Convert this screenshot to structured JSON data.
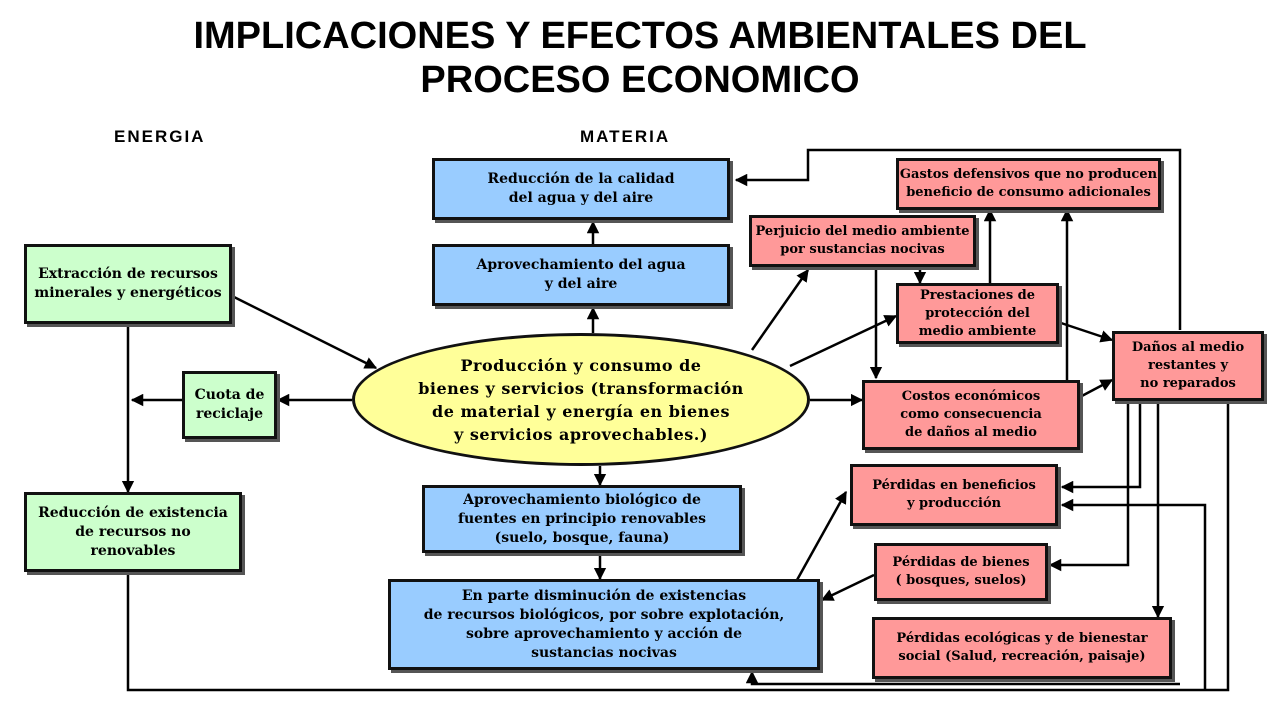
{
  "title": {
    "line1": "IMPLICACIONES Y EFECTOS AMBIENTALES DEL",
    "line2": "PROCESO ECONOMICO"
  },
  "headers": {
    "energia": "ENERGIA",
    "materia": "MATERIA"
  },
  "boxes": {
    "extraccion": "Extracción de recursos\nminerales y energéticos",
    "cuota": "Cuota de\nreciclaje",
    "reduccion_existencia": "Reducción de existencia\nde recursos no\nrenovables",
    "produccion": "Producción y consumo de\nbienes y servicios (transformación\nde material y energía en bienes\ny servicios aprovechables.)",
    "reduccion_calidad": "Reducción de la calidad\ndel agua y del aire",
    "aprovechamiento_agua": "Aprovechamiento del agua\ny del  aire",
    "aprovechamiento_biologico": "Aprovechamiento biológico de\nfuentes en principio renovables\n(suelo, bosque, fauna)",
    "disminucion": "En parte disminución de existencias\nde recursos biológicos, por sobre explotación,\nsobre aprovechamiento y acción de\nsustancias nocivas",
    "gastos": "Gastos defensivos que no producen\nbeneficio de consumo adicionales",
    "perjuicio": "Perjuicio del medio ambiente\npor sustancias nocivas",
    "prestaciones": "Prestaciones de\nprotección del\nmedio ambiente",
    "danos": "Daños al medio\nrestantes y\nno reparados",
    "costos": "Costos económicos\ncomo consecuencia\nde daños al medio",
    "perdidas_beneficios": "Pérdidas en beneficios\ny producción",
    "perdidas_bienes": "Pérdidas de bienes\n( bosques, suelos)",
    "perdidas_ecologicas": "Pérdidas ecológicas y de bienestar\nsocial (Salud,  recreación,  paisaje)"
  },
  "colors": {
    "green": "#ccffcc",
    "blue": "#99ccff",
    "red": "#ff9999",
    "yellow": "#ffff99",
    "line": "#000000"
  }
}
